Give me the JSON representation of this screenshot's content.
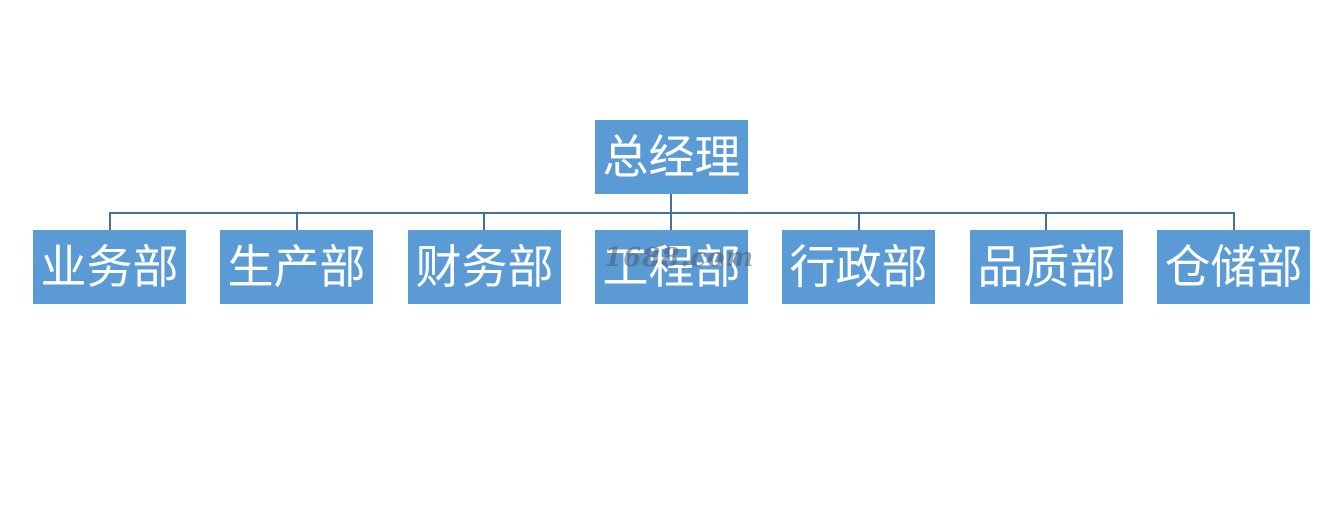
{
  "colors": {
    "node_fill": "#5b9bd5",
    "node_text": "#ffffff",
    "connector": "#41719c"
  },
  "org_chart": {
    "root": {
      "label": "总经理"
    },
    "children": [
      {
        "label": "业务部"
      },
      {
        "label": "生产部"
      },
      {
        "label": "财务部"
      },
      {
        "label": "工程部"
      },
      {
        "label": "行政部"
      },
      {
        "label": "品质部"
      },
      {
        "label": "仓储部"
      }
    ]
  },
  "watermark": {
    "text": "1688.com"
  }
}
